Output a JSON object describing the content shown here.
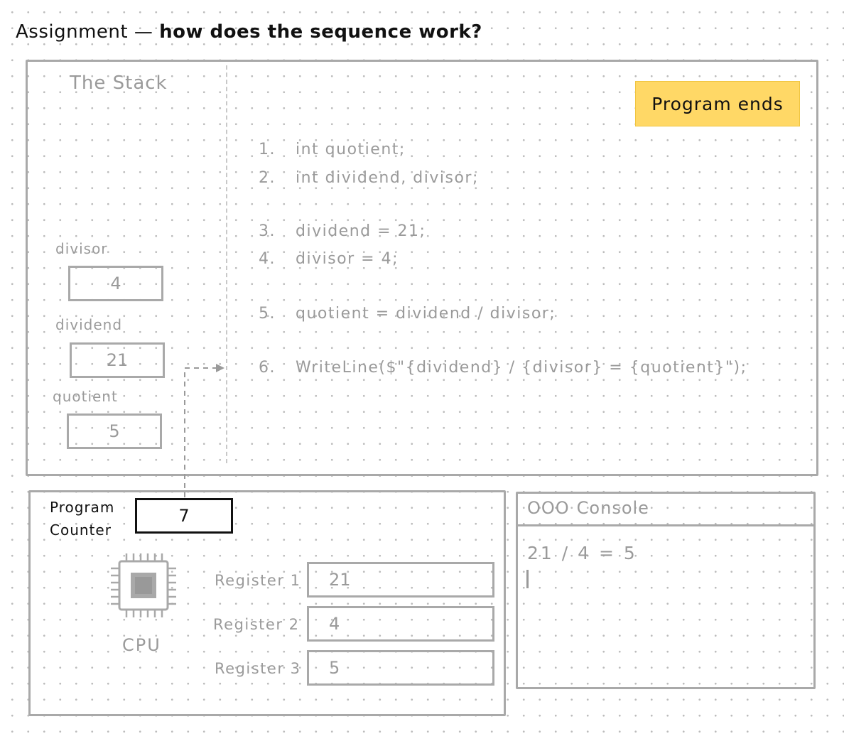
{
  "title": {
    "prefix": "Assignment — ",
    "question": "how does the sequence work?"
  },
  "stack": {
    "title": "The Stack",
    "variables": [
      {
        "name": "divisor",
        "value": "4"
      },
      {
        "name": "dividend",
        "value": "21"
      },
      {
        "name": "quotient",
        "value": "5"
      }
    ]
  },
  "program_ends_label": "Program ends",
  "code": [
    {
      "num": "1.",
      "text": "int quotient;"
    },
    {
      "num": "2.",
      "text": "int dividend, divisor;"
    },
    {
      "num": "3.",
      "text": "dividend = 21;"
    },
    {
      "num": "4.",
      "text": "divisor = 4;"
    },
    {
      "num": "5.",
      "text": "quotient = dividend / divisor;"
    },
    {
      "num": "6.",
      "text": "WriteLine($\"{dividend} / {divisor} = {quotient}\");"
    }
  ],
  "cpu": {
    "program_counter_label_line1": "Program",
    "program_counter_label_line2": "Counter",
    "program_counter_value": "7",
    "label": "CPU",
    "icon": "cpu-chip-icon",
    "registers": [
      {
        "label": "Register 1",
        "value": "21"
      },
      {
        "label": "Register 2",
        "value": "4"
      },
      {
        "label": "Register 3",
        "value": "5"
      }
    ]
  },
  "console": {
    "window_dots": "OOO",
    "title": "Console",
    "output": "21 / 4 = 5"
  },
  "colors": {
    "highlight": "#ffd866",
    "ink": "#111111",
    "muted": "#9a9a9a",
    "border": "#a9a9a9"
  }
}
